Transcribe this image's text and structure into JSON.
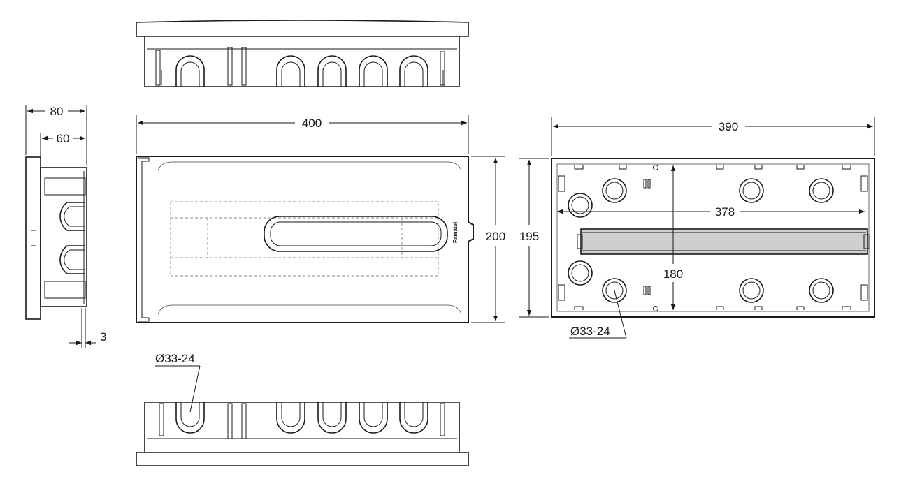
{
  "dimensions": {
    "side_depth_outer": "80",
    "side_depth_inner": "60",
    "side_flange": "3",
    "front_width": "400",
    "front_height": "200",
    "back_width": "390",
    "back_height": "195",
    "rail_length": "378",
    "internal_height": "180",
    "knockout_back": "Ø33-24",
    "knockout_bottom": "Ø33-24"
  },
  "brand_label": "Famatel"
}
